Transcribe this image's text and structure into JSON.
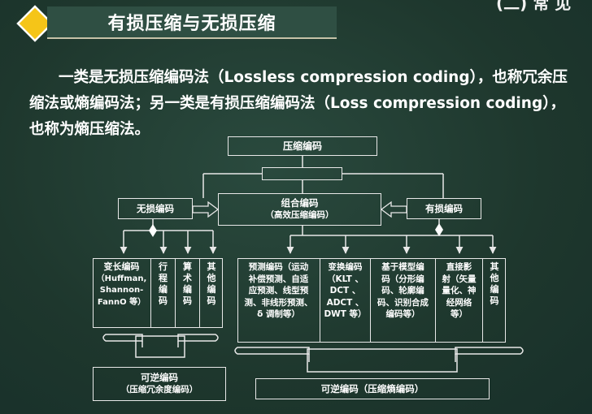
{
  "header": {
    "title": "有损压缩与无损压缩",
    "partial_corner_text": "(二) 常  见"
  },
  "paragraph": "一类是无损压缩编码法（Lossless compression coding），也称冗余压缩法或熵编码法；另一类是有损压缩编码法（Loss compression coding），也称为熵压缩法。",
  "diagram": {
    "root": "压缩编码",
    "combined": [
      "组合编码",
      "（高效压缩编码）"
    ],
    "lossless": "无损编码",
    "lossy": "有损编码",
    "lossless_children": [
      {
        "label": [
          "变长编码",
          "（Huffman,",
          "Shannon-",
          "FannO 等）"
        ]
      },
      {
        "label": [
          "行",
          "程",
          "编",
          "码"
        ]
      },
      {
        "label": [
          "算",
          "术",
          "编",
          "码"
        ]
      },
      {
        "label": [
          "其",
          "他",
          "编",
          "码"
        ]
      }
    ],
    "lossy_children": [
      {
        "label": [
          "预测编码（运动",
          "补偿预测、自适",
          "应预测、线型预",
          "测、非线形预测、",
          "δ 调制等）"
        ]
      },
      {
        "label": [
          "变换编码",
          "（KLT 、",
          "DCT 、",
          "ADCT 、",
          "DWT 等）"
        ]
      },
      {
        "label": [
          "基于模型编",
          "码（分形编",
          "码、轮廓编",
          "码、识别合成",
          "编码等）"
        ]
      },
      {
        "label": [
          "直接影",
          "射（矢量",
          "量化、神",
          "经网络",
          "等）"
        ]
      },
      {
        "label": [
          "其",
          "他",
          "编",
          "码"
        ]
      }
    ],
    "reversible": [
      "可逆编码",
      "（压缩冗余度编码）"
    ],
    "irreversible": "可逆编码（压缩熵编码）"
  },
  "colors": {
    "background": "#1f3a30",
    "title_box": "#2f4f43",
    "diamond": "#f5c518",
    "lines": "#e8e8e8"
  }
}
